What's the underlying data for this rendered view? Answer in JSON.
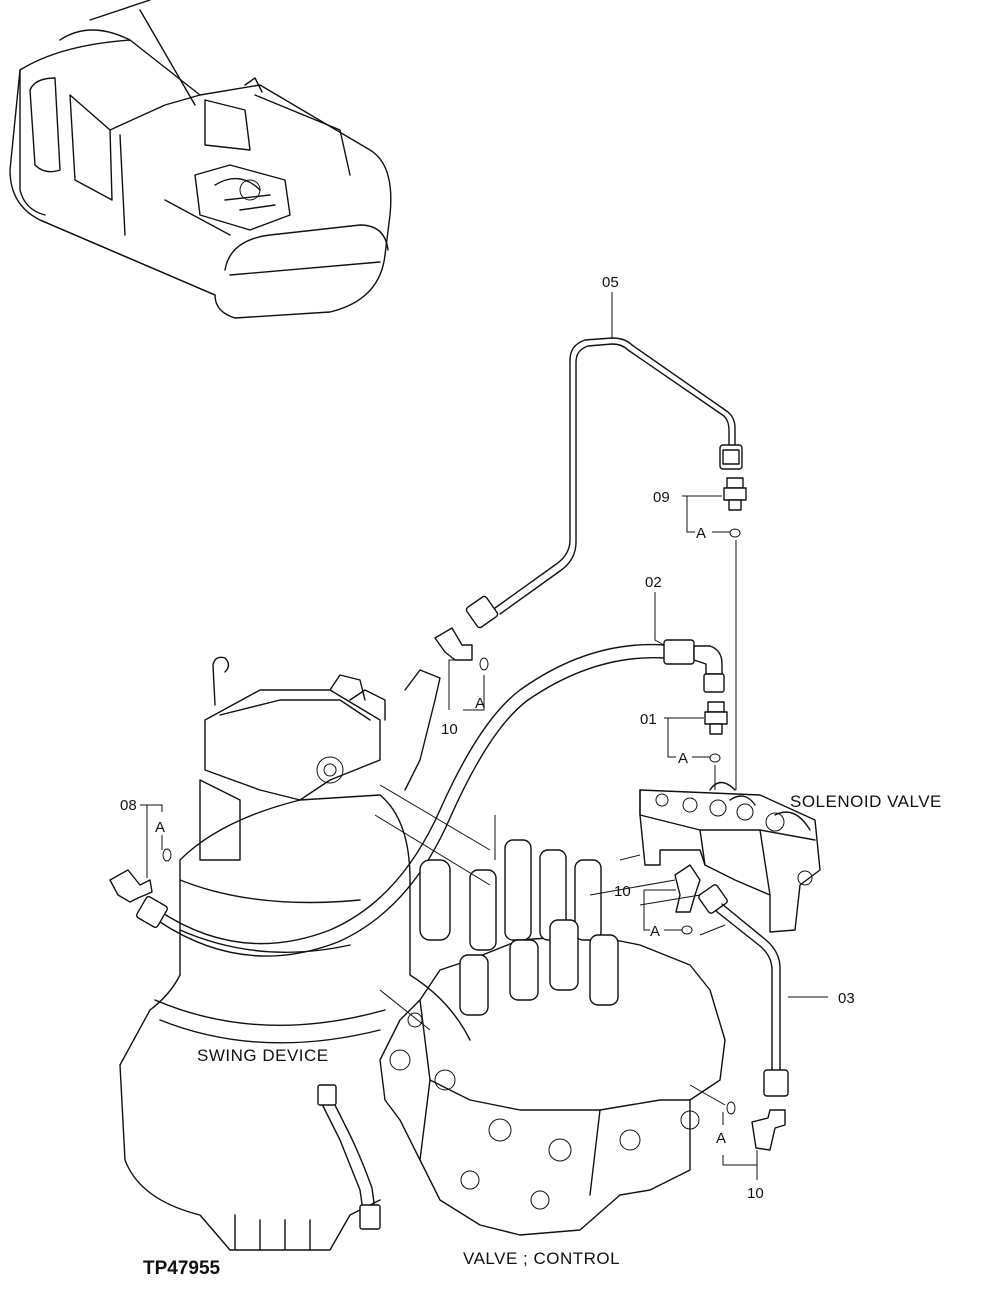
{
  "drawing_code": "TP47955",
  "components": {
    "solenoid_valve": "SOLENOID VALVE",
    "swing_device": "SWING DEVICE",
    "control_valve": "VALVE ; CONTROL"
  },
  "callouts": {
    "c05": "05",
    "c09": "09",
    "c02": "02",
    "c01": "01",
    "c10_upper": "10",
    "c08": "08",
    "c10_mid": "10",
    "c03": "03",
    "c10_lower": "10"
  },
  "ring_markers": {
    "a_09": "A",
    "a_01": "A",
    "a_10_upper": "A",
    "a_08": "A",
    "a_10_mid": "A",
    "a_10_lower": "A"
  }
}
